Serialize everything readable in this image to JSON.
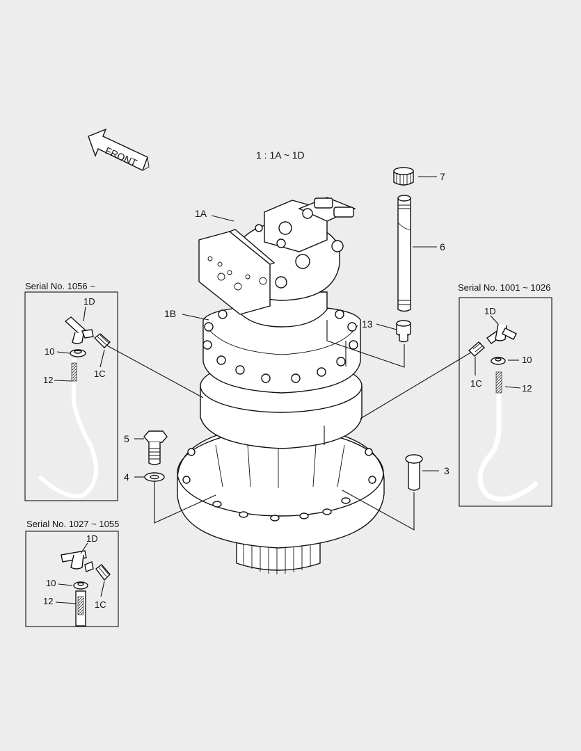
{
  "header": {
    "front_label": "FRONT",
    "assembly_note": "1 : 1A ~ 1D"
  },
  "callouts": {
    "c1A": "1A",
    "c1B": "1B",
    "c3": "3",
    "c4": "4",
    "c5": "5",
    "c6": "6",
    "c7": "7",
    "c13": "13"
  },
  "inset_left_top": {
    "title": "Serial No. 1056 ~",
    "c1D": "1D",
    "c10": "10",
    "c12": "12",
    "c1C": "1C"
  },
  "inset_left_bottom": {
    "title": "Serial No. 1027 ~ 1055",
    "c1D": "1D",
    "c10": "10",
    "c12": "12",
    "c1C": "1C"
  },
  "inset_right": {
    "title": "Serial No. 1001 ~ 1026",
    "c1D": "1D",
    "c10": "10",
    "c12": "12",
    "c1C": "1C"
  }
}
